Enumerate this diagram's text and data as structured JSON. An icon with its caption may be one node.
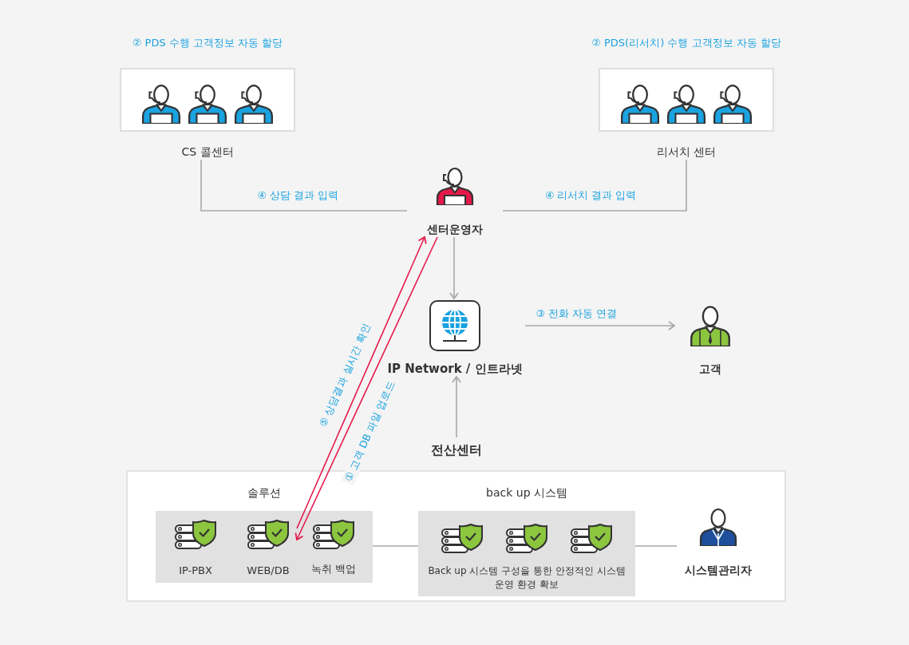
{
  "diagram": {
    "nodes": [
      {
        "text": [
          "② PDS 수행 고객정보 자동 할당",
          "CS 콜센터"
        ]
      },
      {
        "text": [
          "② PDS(리서치) 수행 고객정보 자동 할당",
          "리서치 센터"
        ]
      },
      {
        "text": [
          "센터운영자"
        ]
      },
      {
        "text": [
          "IP Network / 인트라넷"
        ]
      },
      {
        "text": [
          "고객"
        ]
      },
      {
        "text": [
          "전산센터"
        ]
      },
      {
        "text": [
          "솔루션"
        ],
        "in": 5
      },
      {
        "text": [
          "IP-PBX"
        ],
        "in": 6
      },
      {
        "text": [
          "WEB/DB"
        ],
        "in": 6
      },
      {
        "text": [
          "녹취 백업"
        ],
        "in": 6
      },
      {
        "text": [
          "back up 시스템",
          "Back up 시스템 구성을 통한 안정적인 시스템 운영 환경 확보"
        ],
        "in": 5
      },
      {
        "text": [
          "시스템관리자"
        ],
        "in": 5
      }
    ],
    "edges": [
      {
        "from": 0,
        "to": 2,
        "arrow": "none",
        "label": "④ 상담 결과 입력"
      },
      {
        "from": 1,
        "to": 2,
        "arrow": "none",
        "label": "④ 리서치 결과 입력"
      },
      {
        "from": 2,
        "to": 3,
        "arrow": "to"
      },
      {
        "from": 3,
        "to": 4,
        "arrow": "to",
        "label": "③ 전화 자동 연결"
      },
      {
        "from": 5,
        "to": 3,
        "arrow": "to"
      },
      {
        "from": 8,
        "to": 2,
        "arrow": "to",
        "label": "⑤ 상담결과 실시간 확인",
        "color": "#e5194b"
      },
      {
        "from": 2,
        "to": 8,
        "arrow": "to",
        "label": "① 고객 DB 파일 업로드",
        "color": "#e5194b"
      },
      {
        "from": 6,
        "to": 10,
        "arrow": "none"
      },
      {
        "from": 10,
        "to": 11,
        "arrow": "none"
      }
    ]
  }
}
